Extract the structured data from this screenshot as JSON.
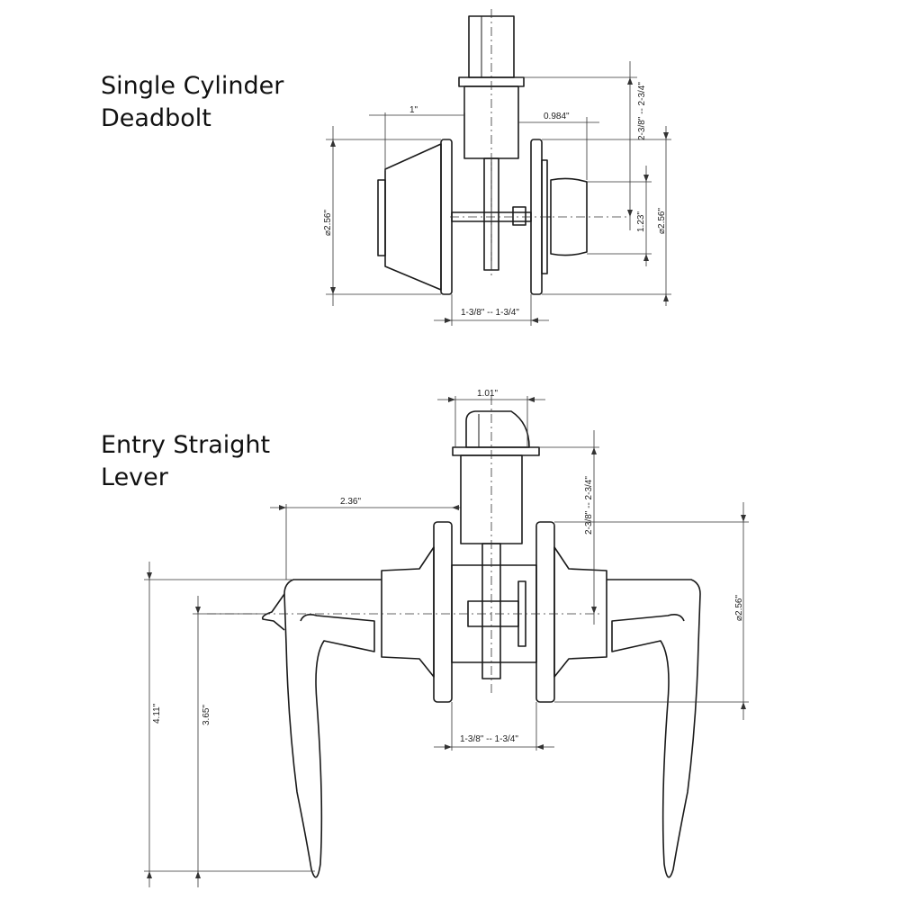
{
  "titles": {
    "deadbolt": [
      "Single Cylinder",
      "Deadbolt"
    ],
    "lever": [
      "Entry Straight",
      "Lever"
    ]
  },
  "deadbolt_dims": {
    "width_1": "1\"",
    "width_0984": "0.984\"",
    "backset": "2-3/8\" -- 2-3/4\"",
    "height_123": "1.23\"",
    "dia_right": "⌀2.56\"",
    "dia_left": "⌀2.56\"",
    "door_thickness": "1-3/8\" -- 1-3/4\""
  },
  "lever_dims": {
    "latch_width": "1.01\"",
    "backset": "2-3/8\" -- 2-3/4\"",
    "lever_reach": "2.36\"",
    "rose_dia": "⌀2.56\"",
    "height_411": "4.11\"",
    "height_365": "3.65\"",
    "door_thickness": "1-3/8\" -- 1-3/4\""
  }
}
